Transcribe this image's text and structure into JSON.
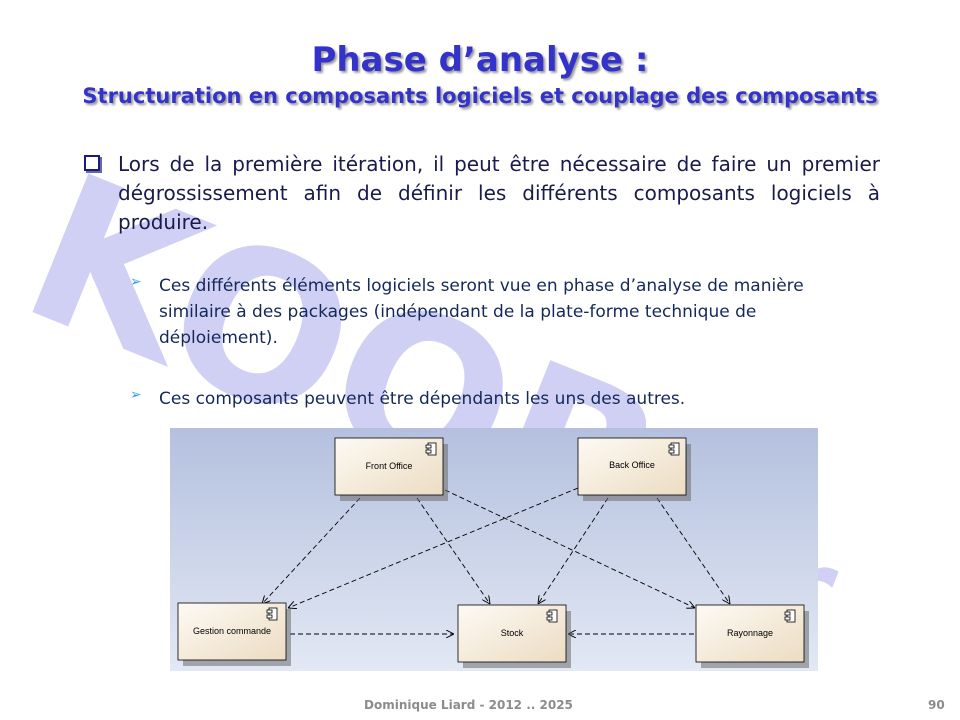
{
  "title": "Phase d’analyse :",
  "subtitle": "Structuration en composants logiciels et couplage des composants",
  "bullets": {
    "main": "Lors de la première itération, il peut être nécessaire de faire un premier dégrossissement afin de définir les différents composants logiciels à produire.",
    "sub1": "Ces différents éléments logiciels seront vue en phase d’analyse de manière similaire à des packages (indépendant de la plate-forme technique de déploiement).",
    "sub2": "Ces composants peuvent être dépendants les uns des autres."
  },
  "watermark": "KOOR.fr",
  "diagram": {
    "components": {
      "front_office": "Front Office",
      "back_office": "Back Office",
      "gestion_commande": "Gestion commande",
      "stock": "Stock",
      "rayonnage": "Rayonnage"
    },
    "dependencies": [
      {
        "from": "Front Office",
        "to": "Gestion commande"
      },
      {
        "from": "Front Office",
        "to": "Stock"
      },
      {
        "from": "Front Office",
        "to": "Rayonnage"
      },
      {
        "from": "Back Office",
        "to": "Gestion commande"
      },
      {
        "from": "Back Office",
        "to": "Stock"
      },
      {
        "from": "Back Office",
        "to": "Rayonnage"
      },
      {
        "from": "Gestion commande",
        "to": "Stock"
      },
      {
        "from": "Rayonnage",
        "to": "Stock"
      }
    ],
    "colors": {
      "component_fill": "#f3e8d6",
      "background_top": "#b4c0de",
      "background_bottom": "#e2e8f4"
    }
  },
  "footer": {
    "author": "Dominique Liard - 2012 .. 2025",
    "page_number": "90"
  }
}
